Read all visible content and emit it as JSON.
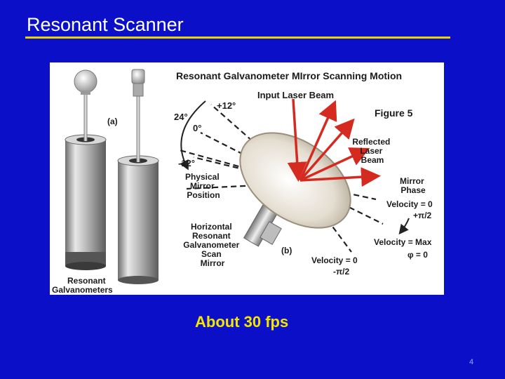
{
  "slide": {
    "title": "Resonant Scanner",
    "caption": "About 30 fps",
    "page_number": "4"
  },
  "figure": {
    "heading": "Resonant Galvanometer MIrror Scanning Motion",
    "input_beam": "Input Laser Beam",
    "figure_label": "Figure 5",
    "label_a": "(a)",
    "label_b": "(b)",
    "angle_plus12": "+12°",
    "angle_24": "24°",
    "angle_0": "0°",
    "angle_minus12": "-12°",
    "physical_mirror": [
      "Physical",
      "Mirror",
      "Position"
    ],
    "reflected_beam": [
      "Reflected",
      "Laser",
      "Beam"
    ],
    "mirror_phase": [
      "Mirror",
      "Phase"
    ],
    "velocity_zero_top": "Velocity = 0",
    "phase_plus_pi2": "+π/2",
    "velocity_max": "Velocity = Max",
    "phase_zero": "φ = 0",
    "velocity_zero_bottom": "Velocity = 0",
    "phase_minus_pi2": "-π/2",
    "horizontal_mirror": [
      "Horizontal",
      "Resonant",
      "Galvanometer",
      "Scan",
      "Mirror"
    ],
    "galvanometers": [
      "Resonant",
      "Galvanometers"
    ]
  },
  "colors": {
    "background": "#0b10c8",
    "title_rule": "#e8d200",
    "caption": "#f5e600",
    "laser": "#d42a1f"
  }
}
